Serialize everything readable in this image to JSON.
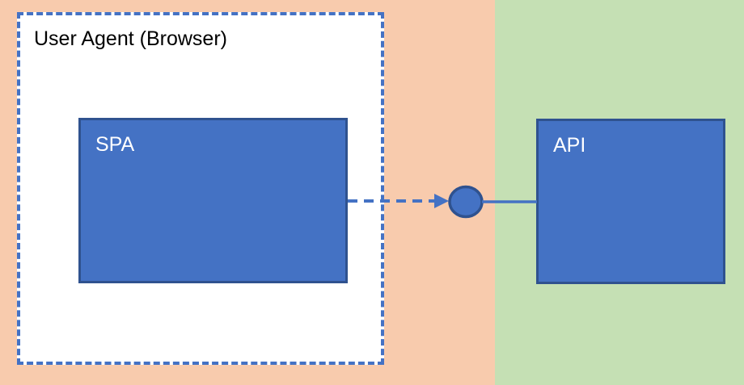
{
  "diagram": {
    "background_zones": [
      {
        "name": "user-agent-zone",
        "color": "#F8CBAD"
      },
      {
        "name": "api-zone",
        "color": "#C5E0B4"
      }
    ],
    "user_agent_frame": {
      "label": "User Agent (Browser)",
      "fill": "#FFFFFF",
      "border_color": "#4472C4",
      "text_color": "#000000"
    },
    "nodes": [
      {
        "id": "spa",
        "label": "SPA",
        "fill": "#4472C4",
        "border_color": "#2F528F",
        "text_color": "#FFFFFF"
      },
      {
        "id": "api",
        "label": "API",
        "fill": "#4472C4",
        "border_color": "#2F528F",
        "text_color": "#FFFFFF"
      }
    ],
    "connector": {
      "style": "dashed-arrow-to-interface-circle-then-solid",
      "color": "#4472C4",
      "circle_fill": "#4472C4",
      "circle_border_color": "#2F528F"
    }
  }
}
